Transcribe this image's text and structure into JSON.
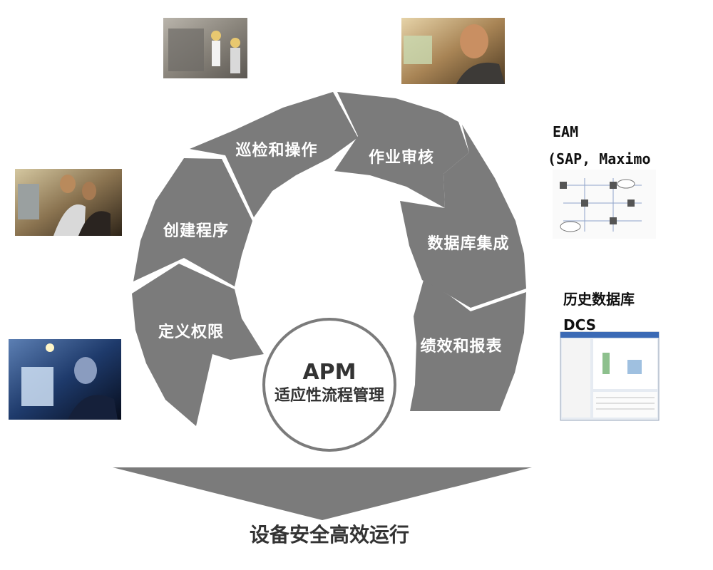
{
  "center": {
    "title": "APM",
    "subtitle": "适应性流程管理"
  },
  "segments": [
    {
      "label": "巡检和操作"
    },
    {
      "label": "作业审核"
    },
    {
      "label": "数据库集成"
    },
    {
      "label": "绩效和报表"
    },
    {
      "label": "定义权限"
    },
    {
      "label": "创建程序"
    }
  ],
  "right_labels": {
    "eam_line1": "EAM",
    "eam_line2": "(SAP, Maximo",
    "hist_line1": "历史数据库",
    "hist_line2": "DCS"
  },
  "bottom": {
    "label": "设备安全高效运行"
  },
  "colors": {
    "segment": "#7b7b7b",
    "center_stroke": "#7b7b7b",
    "text_dark": "#333333"
  }
}
